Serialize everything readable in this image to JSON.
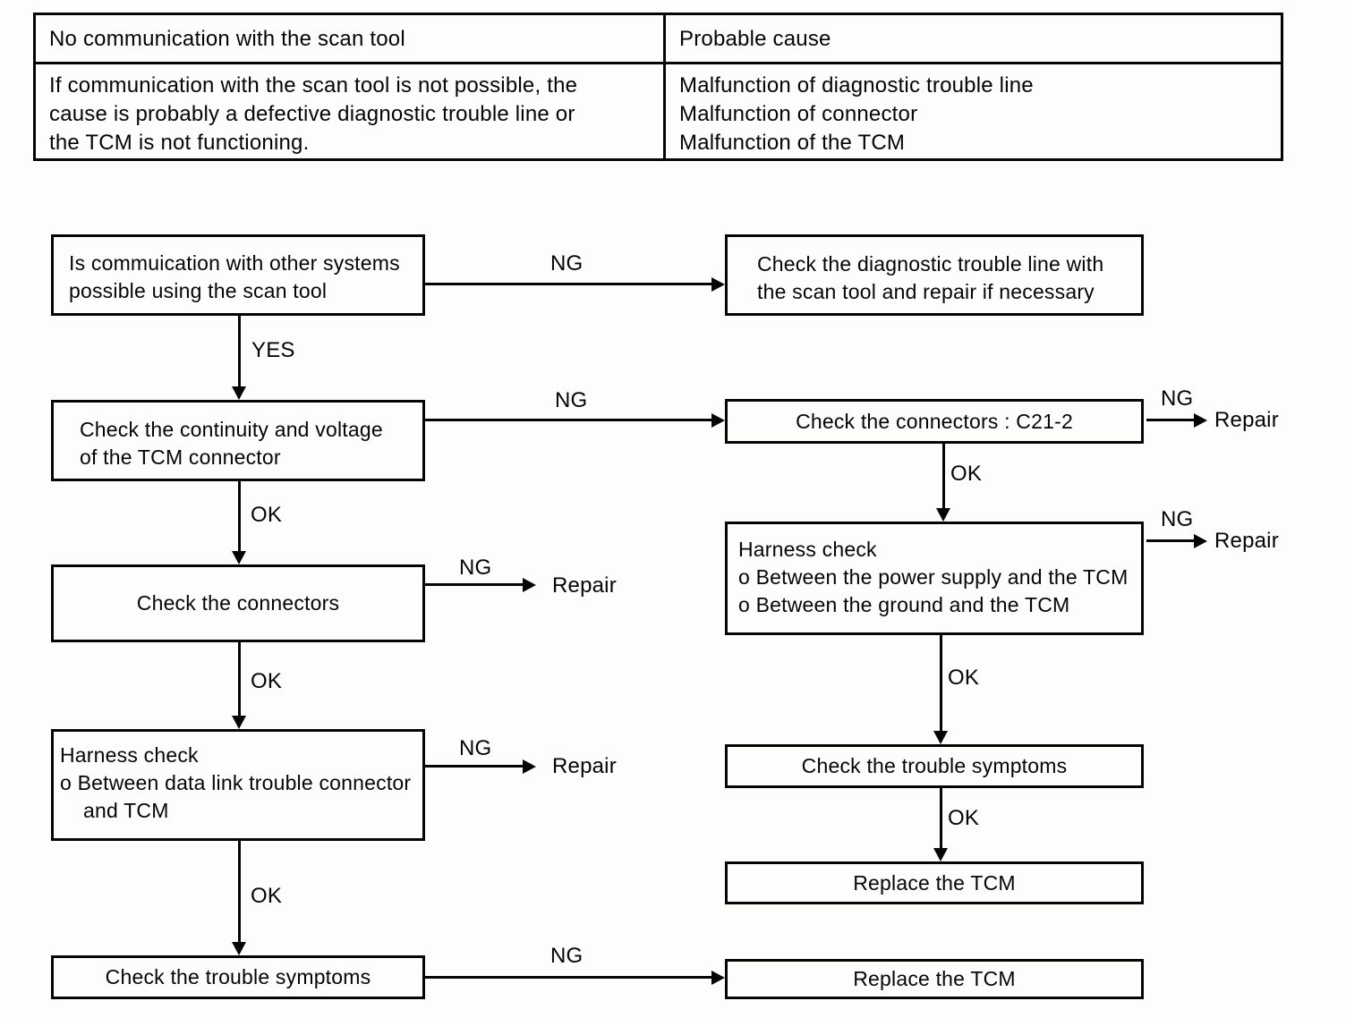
{
  "table": {
    "header": {
      "symptom": "No communication with the scan tool",
      "cause": "Probable cause"
    },
    "body": {
      "symptom_lines": [
        "If communication with the scan tool is not possible, the",
        "cause is probably a defective diagnostic trouble line or",
        "the TCM is not functioning."
      ],
      "cause_lines": [
        "Malfunction of diagnostic trouble line",
        "Malfunction of connector",
        "Malfunction of the TCM"
      ]
    }
  },
  "flow": {
    "labels": {
      "yes": "YES",
      "ng": "NG",
      "ok": "OK",
      "repair": "Repair"
    },
    "boxes": {
      "scan_other_systems": {
        "lines": [
          "Is commuication with other systems",
          "possible using the scan tool"
        ]
      },
      "check_diag_line": {
        "lines": [
          "Check the diagnostic trouble line with",
          "the scan tool and repair if necessary"
        ]
      },
      "tcm_continuity": {
        "lines": [
          "Check the continuity and voltage",
          "of the TCM connector"
        ]
      },
      "check_connectors_c212": {
        "text": "Check the connectors : C21-2"
      },
      "check_connectors": {
        "text": "Check the connectors"
      },
      "harness_power_ground": {
        "lines": [
          "Harness check",
          "o Between the power supply and the TCM",
          "o Between the ground and the TCM"
        ]
      },
      "harness_datalink": {
        "lines": [
          "Harness check",
          "o Between data link trouble connector",
          "and TCM"
        ]
      },
      "trouble_symptoms_left": {
        "text": "Check the trouble symptoms"
      },
      "trouble_symptoms_right": {
        "text": "Check the trouble symptoms"
      },
      "replace_tcm_right": {
        "text": "Replace the TCM"
      },
      "replace_tcm_bottom": {
        "text": "Replace the TCM"
      }
    }
  }
}
